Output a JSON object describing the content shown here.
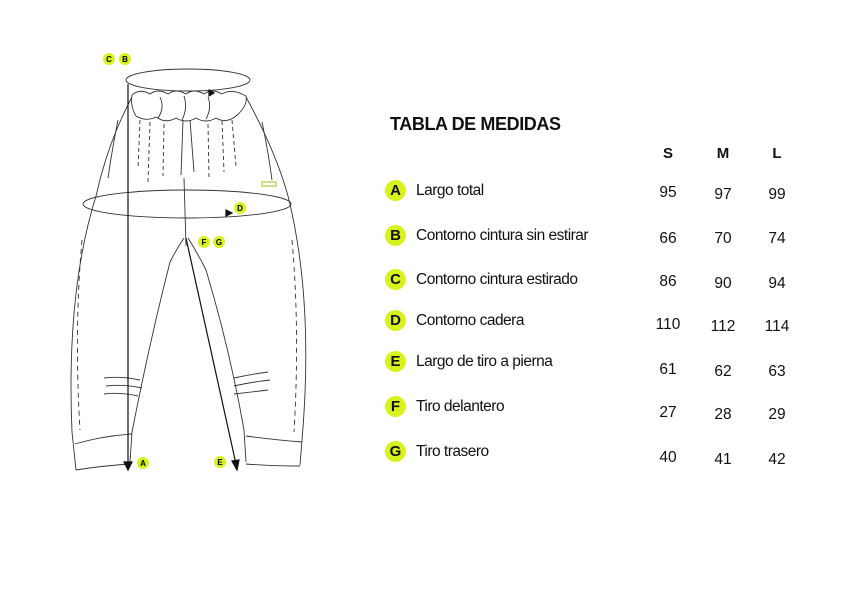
{
  "title": "TABLA DE MEDIDAS",
  "sizes": [
    "S",
    "M",
    "L"
  ],
  "rows": [
    {
      "letter": "A",
      "label": "Largo total",
      "values": [
        "95",
        "97",
        "99"
      ]
    },
    {
      "letter": "B",
      "label": "Contorno cintura sin estirar",
      "values": [
        "66",
        "70",
        "74"
      ]
    },
    {
      "letter": "C",
      "label": "Contorno cintura estirado",
      "values": [
        "86",
        "90",
        "94"
      ]
    },
    {
      "letter": "D",
      "label": "Contorno cadera",
      "values": [
        "110",
        "112",
        "114"
      ]
    },
    {
      "letter": "E",
      "label": "Largo de tiro a pierna",
      "values": [
        "61",
        "62",
        "63"
      ]
    },
    {
      "letter": "F",
      "label": "Tiro delantero",
      "values": [
        "27",
        "28",
        "29"
      ]
    },
    {
      "letter": "G",
      "label": "Tiro trasero",
      "values": [
        "40",
        "41",
        "42"
      ]
    }
  ],
  "accent_color": "#d7f21c"
}
